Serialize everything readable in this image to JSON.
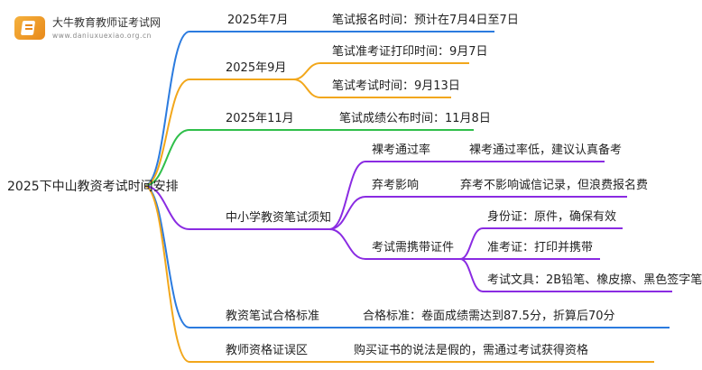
{
  "watermark": {
    "name": "大牛教育教师证考试网",
    "url": "www.daniuxuexiao.org.cn"
  },
  "colors": {
    "blue": "#2b7bdf",
    "orange": "#f2a71b",
    "green": "#2fbf4a",
    "purple": "#8a2be2"
  },
  "root": "2025下中山教资考试时间安排",
  "branches": [
    {
      "label": "2025年7月",
      "color": "blue",
      "children": [
        {
          "label": "笔试报名时间：预计在7月4日至7日"
        }
      ]
    },
    {
      "label": "2025年9月",
      "color": "orange",
      "children": [
        {
          "label": "笔试准考证打印时间：9月7日"
        },
        {
          "label": "笔试考试时间：9月13日"
        }
      ]
    },
    {
      "label": "2025年11月",
      "color": "green",
      "children": [
        {
          "label": "笔试成绩公布时间：11月8日"
        }
      ]
    },
    {
      "label": "中小学教资笔试须知",
      "color": "purple",
      "children": [
        {
          "label": "裸考通过率",
          "children": [
            {
              "label": "裸考通过率低，建议认真备考"
            }
          ]
        },
        {
          "label": "弃考影响",
          "children": [
            {
              "label": "弃考不影响诚信记录，但浪费报名费"
            }
          ]
        },
        {
          "label": "考试需携带证件",
          "children": [
            {
              "label": "身份证：原件，确保有效"
            },
            {
              "label": "准考证：打印并携带"
            },
            {
              "label": "考试文具：2B铅笔、橡皮擦、黑色签字笔"
            }
          ]
        }
      ]
    },
    {
      "label": "教资笔试合格标准",
      "color": "blue",
      "children": [
        {
          "label": "合格标准：卷面成绩需达到87.5分，折算后70分"
        }
      ]
    },
    {
      "label": "教师资格证误区",
      "color": "orange",
      "children": [
        {
          "label": "购买证书的说法是假的，需通过考试获得资格"
        }
      ]
    }
  ]
}
